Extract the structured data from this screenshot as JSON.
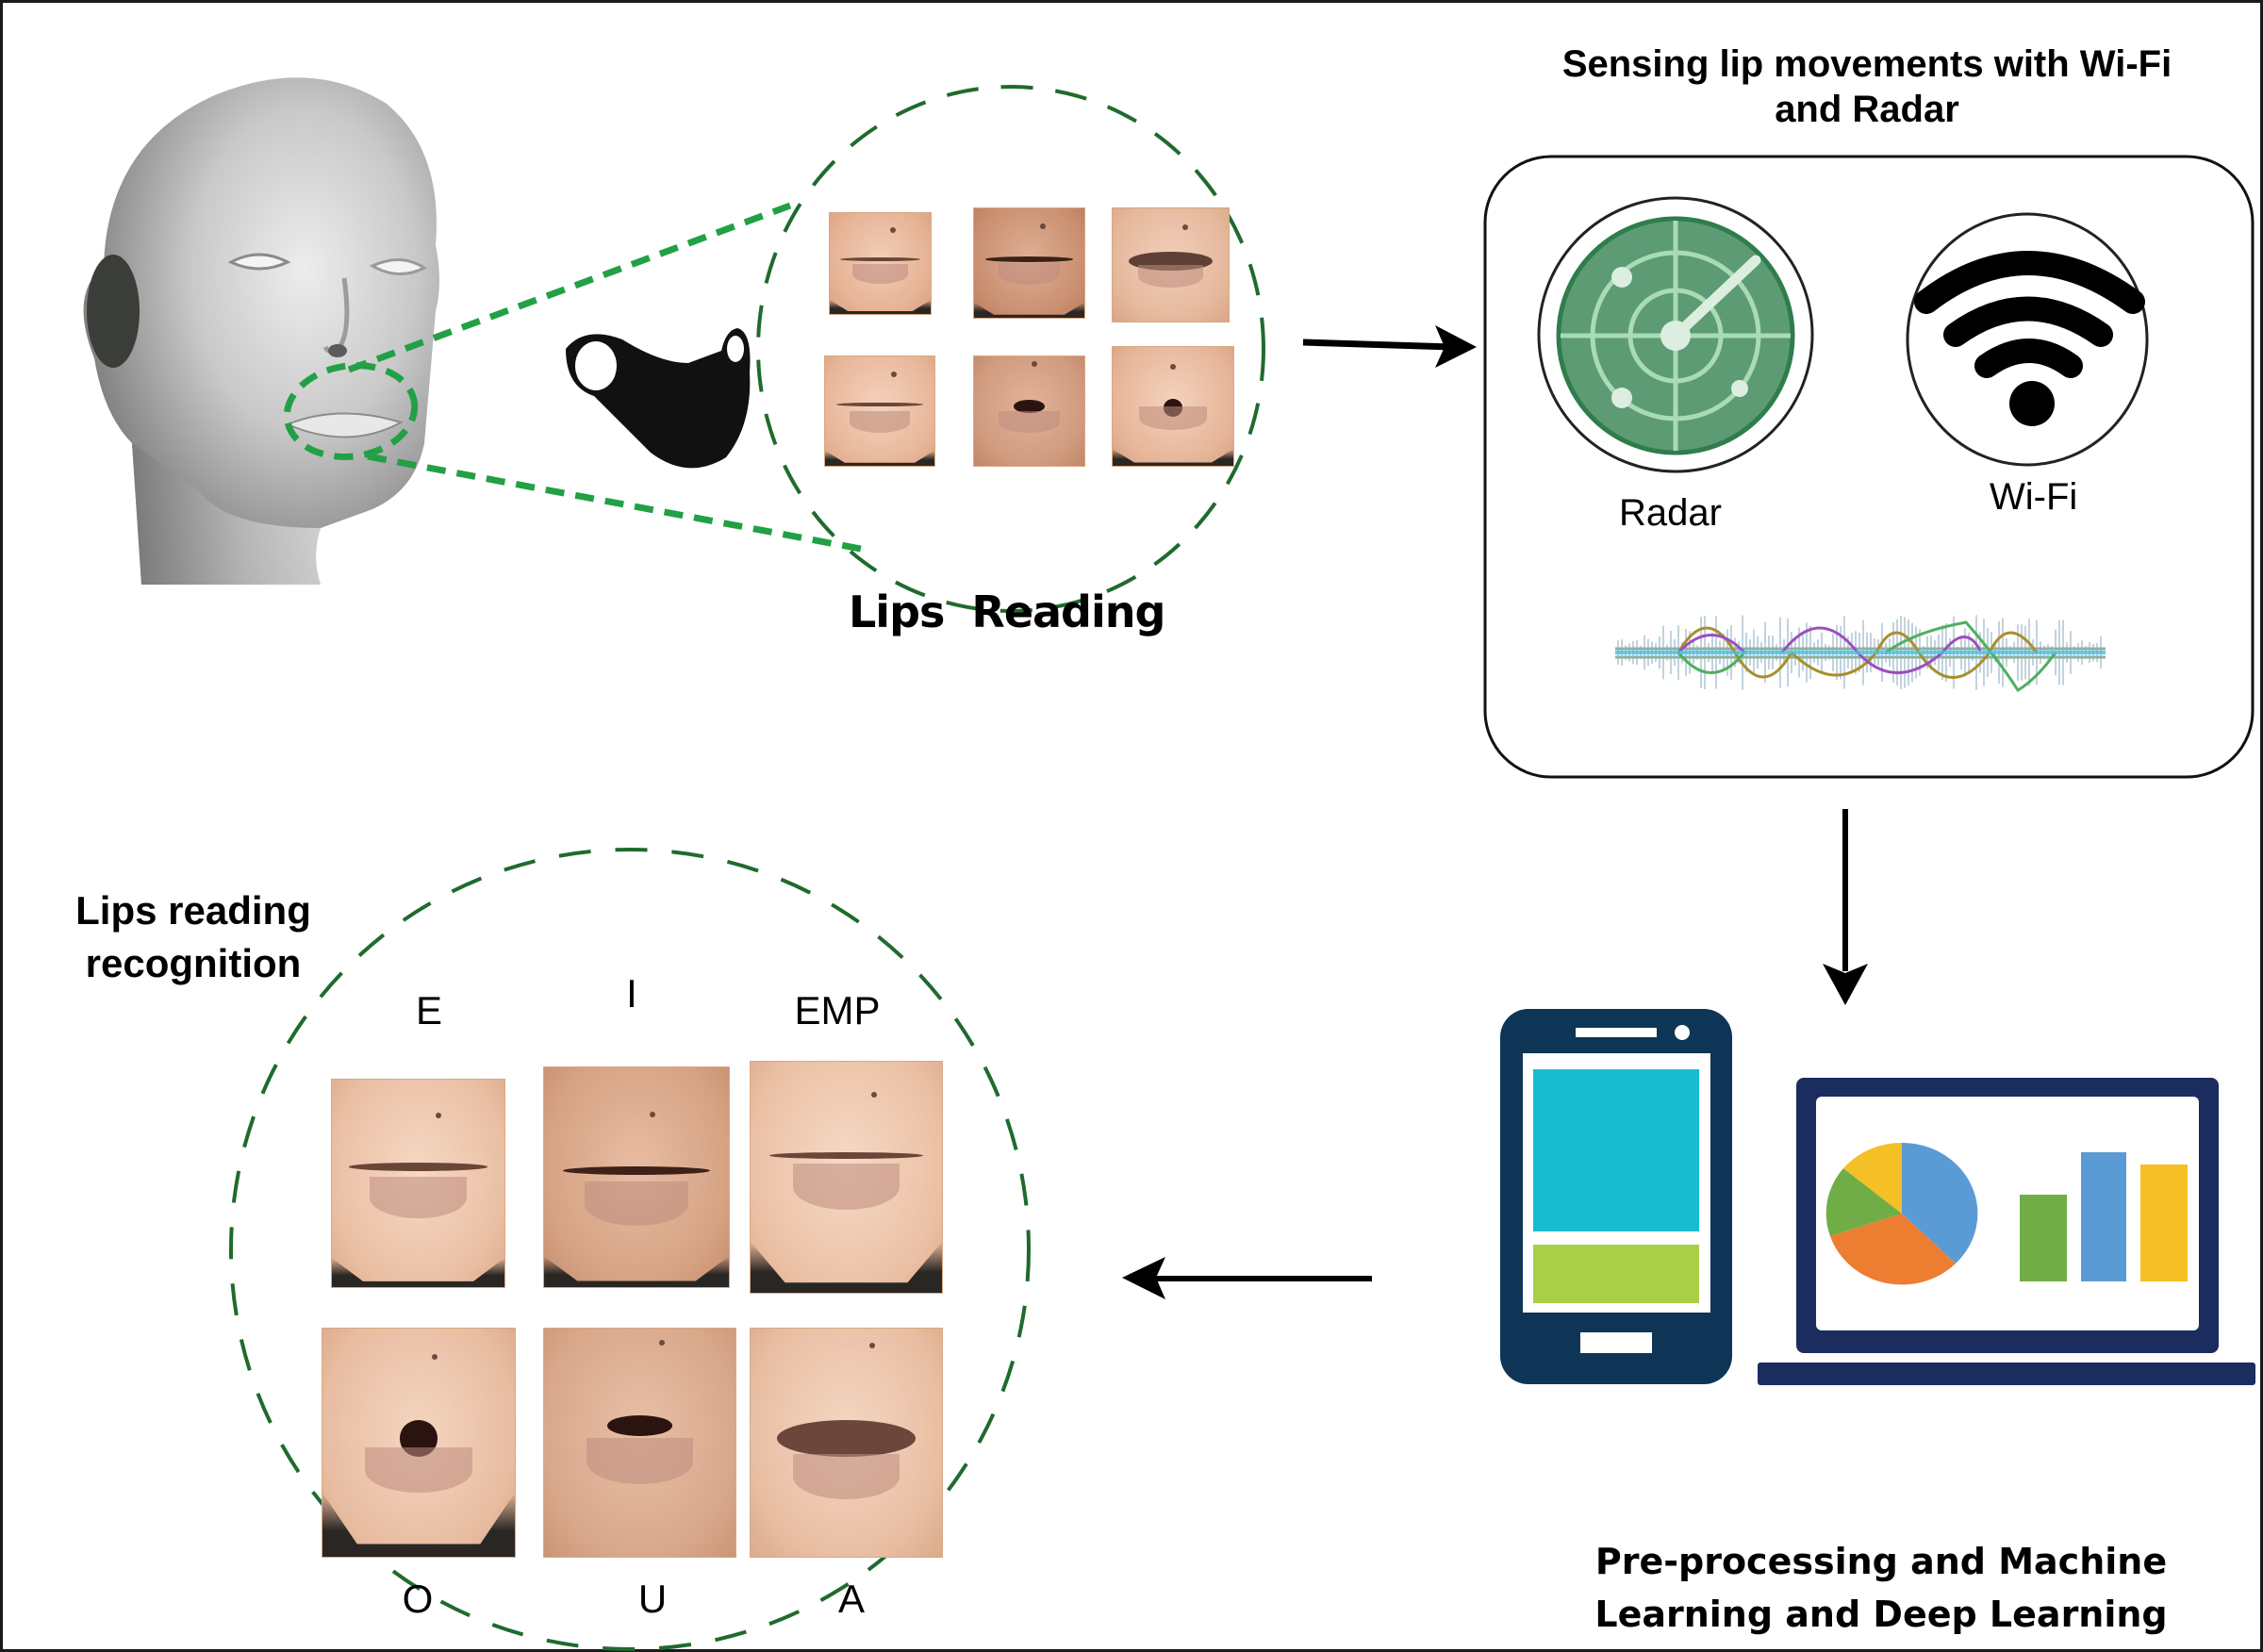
{
  "sensing_section": {
    "title_line1": "Sensing lip movements with Wi-Fi",
    "title_line2": "and Radar",
    "radar_label": "Radar",
    "wifi_label": "Wi-Fi",
    "icons": [
      "radar-icon",
      "wifi-icon",
      "signal-waveform-icon"
    ]
  },
  "lips_reading_section": {
    "label": "Lips Reading",
    "icons": [
      "mannequin-head-icon",
      "face-mask-icon"
    ],
    "photo_count": 6
  },
  "recognition_section": {
    "title_line1": "Lips reading",
    "title_line2": "recognition",
    "top_row": [
      {
        "label": "E"
      },
      {
        "label": "I"
      },
      {
        "label": "EMP"
      }
    ],
    "bottom_row": [
      {
        "label": "O"
      },
      {
        "label": "U"
      },
      {
        "label": "A"
      }
    ]
  },
  "processing_section": {
    "title_line1": "Pre-processing and Machine",
    "title_line2": "Learning and Deep Learning",
    "icons": [
      "smartphone-icon",
      "laptop-chart-icon"
    ]
  },
  "colors": {
    "dashed_circle": "#1f6b2d",
    "zoom_lines": "#22a045",
    "radar_disc": "#5c9b74",
    "radar_rim": "#2f7d4c",
    "radar_lines": "#a9dcb3",
    "device_navy": "#0e3556",
    "laptop_navy": "#1b2c5e",
    "phone_cyan": "#17bcd1",
    "phone_green": "#a8cf45",
    "pie_blue": "#5b9bd5",
    "pie_orange": "#ed7d31",
    "pie_green": "#70ad47",
    "pie_yellow": "#f4c025"
  }
}
